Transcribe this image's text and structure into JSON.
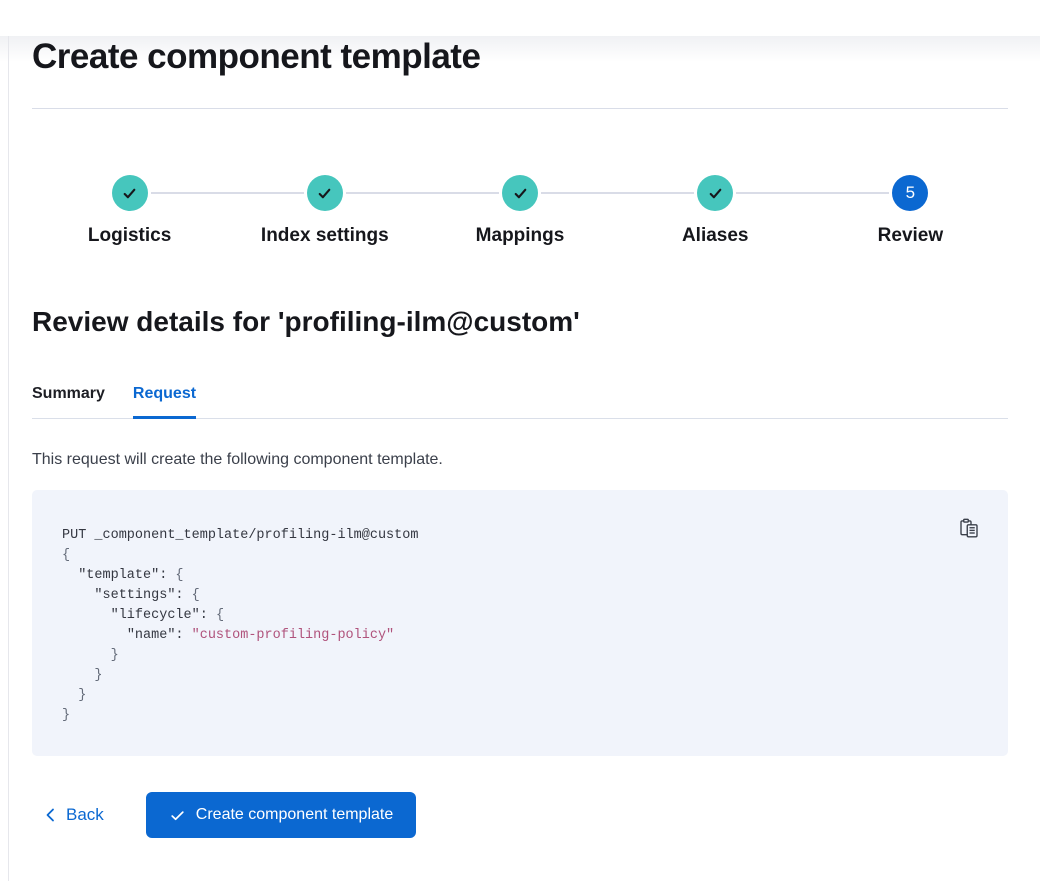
{
  "page": {
    "title": "Create component template"
  },
  "stepper": {
    "steps": [
      {
        "label": "Logistics",
        "status": "complete"
      },
      {
        "label": "Index settings",
        "status": "complete"
      },
      {
        "label": "Mappings",
        "status": "complete"
      },
      {
        "label": "Aliases",
        "status": "complete"
      },
      {
        "label": "Review",
        "status": "current",
        "number": "5"
      }
    ]
  },
  "review": {
    "heading": "Review details for 'profiling-ilm@custom'",
    "tabs": [
      {
        "label": "Summary",
        "selected": false
      },
      {
        "label": "Request",
        "selected": true
      }
    ],
    "description": "This request will create the following component template."
  },
  "code": {
    "lines": [
      [
        "PUT _component_template/profiling-ilm@custom"
      ],
      [
        "{"
      ],
      [
        "  ",
        "\"template\"",
        ": ",
        "{"
      ],
      [
        "    ",
        "\"settings\"",
        ": ",
        "{"
      ],
      [
        "      ",
        "\"lifecycle\"",
        ": ",
        "{"
      ],
      [
        "        ",
        "\"name\"",
        ": ",
        "\"custom-profiling-policy\""
      ],
      [
        "      }"
      ],
      [
        "    }"
      ],
      [
        "  }"
      ],
      [
        "}"
      ]
    ]
  },
  "footer": {
    "back_label": "Back",
    "create_label": "Create component template"
  },
  "icons": {
    "step_complete": "check-icon",
    "copy": "copy-clipboard-icon",
    "back": "chevron-left-icon",
    "create": "check-icon"
  },
  "colors": {
    "primary_blue": "#0b68d1",
    "step_complete_teal": "#46c6bd",
    "code_string_pink": "#b0537c",
    "code_background": "#f1f4fb"
  }
}
